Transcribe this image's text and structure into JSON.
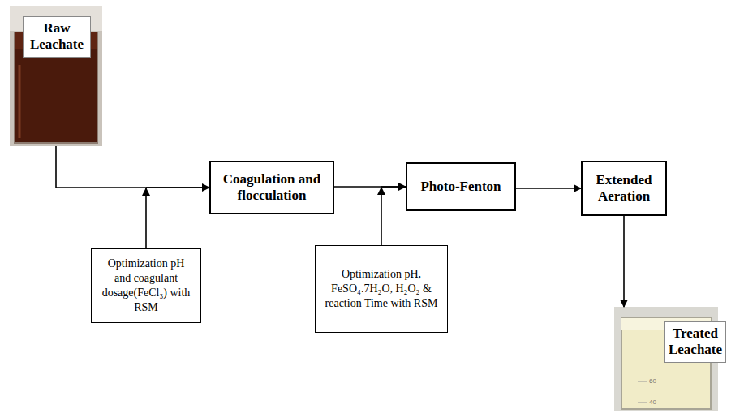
{
  "diagram": {
    "nodes": [
      {
        "text": [
          "Raw Leachate"
        ]
      },
      {
        "text": [
          "Coagulation and flocculation"
        ]
      },
      {
        "text": [
          "Photo-Fenton"
        ]
      },
      {
        "text": [
          "Extended Aeration"
        ]
      },
      {
        "text": [
          "Optimization pH and coagulant dosage(FeCl₃) with RSM"
        ]
      },
      {
        "text": [
          "Optimization pH, FeSO₄.7H₂O, H₂O₂ & reaction Time with RSM"
        ]
      },
      {
        "text": [
          "Treated Leachate"
        ]
      }
    ],
    "edges": [
      {
        "from": 0,
        "to": 1,
        "arrow": "to"
      },
      {
        "from": 4,
        "to": 1,
        "arrow": "to"
      },
      {
        "from": 1,
        "to": 2,
        "arrow": "to"
      },
      {
        "from": 5,
        "to": 2,
        "arrow": "to"
      },
      {
        "from": 2,
        "to": 3,
        "arrow": "to"
      },
      {
        "from": 3,
        "to": 6,
        "arrow": "to"
      }
    ],
    "labels": [
      "60",
      "40"
    ]
  }
}
